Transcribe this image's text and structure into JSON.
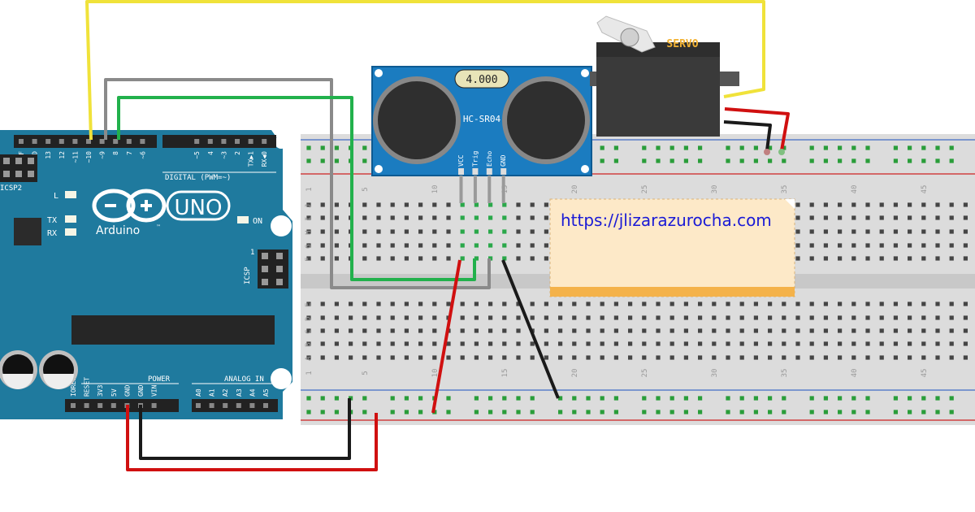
{
  "arduino": {
    "brand": "Arduino",
    "model": "UNO",
    "tm": "™",
    "icsp2": "ICSP2",
    "icsp": "ICSP",
    "icsp_pin1": "1",
    "digital_label": "DIGITAL (PWM=~)",
    "power_label": "POWER",
    "analog_label": "ANALOG IN",
    "led_l": "L",
    "led_tx": "TX",
    "led_rx": "RX",
    "led_on": "ON",
    "digital_pins": [
      "AREF",
      "GND",
      "13",
      "12",
      "~11",
      "~10",
      "~9",
      "8",
      "7",
      "~6",
      "~5",
      "4",
      "~3",
      "2",
      "TX▶1",
      "RX◀0"
    ],
    "power_pins": [
      "IOREF",
      "RESET",
      "3V3",
      "5V",
      "GND",
      "GND",
      "VIN"
    ],
    "analog_pins": [
      "A0",
      "A1",
      "A2",
      "A3",
      "A4",
      "A5"
    ]
  },
  "sensor": {
    "name": "HC-SR04",
    "display": "4.000",
    "pins": [
      "VCC",
      "Trig",
      "Echo",
      "GND"
    ]
  },
  "servo": {
    "label": "SERVO"
  },
  "breadboard": {
    "rows_top": [
      "J",
      "I",
      "H",
      "G",
      "F"
    ],
    "rows_bottom": [
      "E",
      "D",
      "C",
      "B",
      "A"
    ],
    "col_numbers": [
      "1",
      "5",
      "10",
      "15",
      "20",
      "25",
      "30",
      "35",
      "40",
      "45"
    ]
  },
  "note": {
    "text": "https://jlizarazurocha.com"
  },
  "colors": {
    "arduino_blue": "#1f7a9e",
    "breadboard": "#dcdcdc",
    "wire_yellow": "#f0e23a",
    "wire_green": "#22b14c",
    "wire_gray": "#8a8a8a",
    "wire_red": "#d01010",
    "wire_black": "#1a1a1a",
    "note_bg": "#fde9c8",
    "note_bar": "#f4b24a",
    "link": "#1a1ad6"
  }
}
